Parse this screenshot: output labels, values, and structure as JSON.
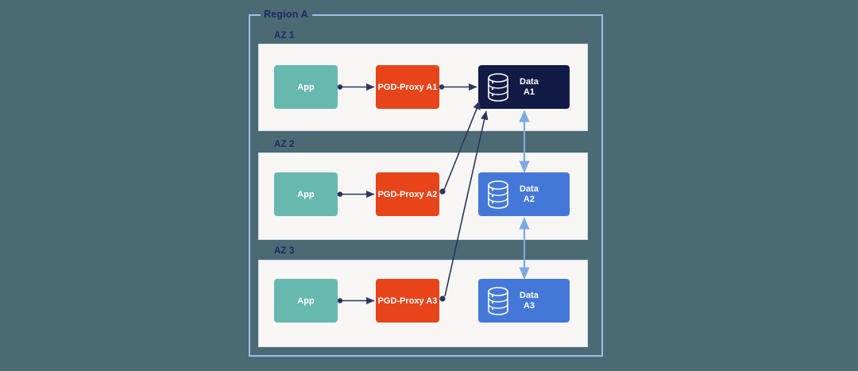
{
  "diagram": {
    "title": "Region A",
    "background_color": "#4c6a74",
    "region_border_color": "#9dc0e8",
    "label_color": "#1b2a63"
  },
  "zones": [
    {
      "id": "az1",
      "label": "AZ 1",
      "app": {
        "label": "App",
        "color": "#67b8ae"
      },
      "proxy": {
        "label": "PGD-Proxy A1",
        "color": "#e8441a"
      },
      "data": {
        "label": "Data\nA1",
        "color": "#111b45",
        "role": "primary",
        "icon": "database-cylinder-icon"
      }
    },
    {
      "id": "az2",
      "label": "AZ 2",
      "app": {
        "label": "App",
        "color": "#67b8ae"
      },
      "proxy": {
        "label": "PGD-Proxy A2",
        "color": "#e8441a"
      },
      "data": {
        "label": "Data\nA2",
        "color": "#4478d8",
        "role": "replica",
        "icon": "database-cylinder-icon"
      }
    },
    {
      "id": "az3",
      "label": "AZ 3",
      "app": {
        "label": "App",
        "color": "#67b8ae"
      },
      "proxy": {
        "label": "PGD-Proxy A3",
        "color": "#e8441a"
      },
      "data": {
        "label": "Data\nA3",
        "color": "#4478d8",
        "role": "replica",
        "icon": "database-cylinder-icon"
      }
    }
  ],
  "connections": {
    "arrow_color_dark": "#2b3560",
    "arrow_color_replication": "#7eaae0",
    "app_to_proxy": [
      {
        "from": "az1.app",
        "to": "az1.proxy"
      },
      {
        "from": "az2.app",
        "to": "az2.proxy"
      },
      {
        "from": "az3.app",
        "to": "az3.proxy"
      }
    ],
    "proxy_to_primary": [
      {
        "from": "az1.proxy",
        "to": "az1.data"
      },
      {
        "from": "az2.proxy",
        "to": "az1.data"
      },
      {
        "from": "az3.proxy",
        "to": "az1.data"
      }
    ],
    "replication": [
      {
        "between": [
          "az1.data",
          "az2.data"
        ],
        "bidirectional": true
      },
      {
        "between": [
          "az2.data",
          "az3.data"
        ],
        "bidirectional": true
      }
    ]
  }
}
